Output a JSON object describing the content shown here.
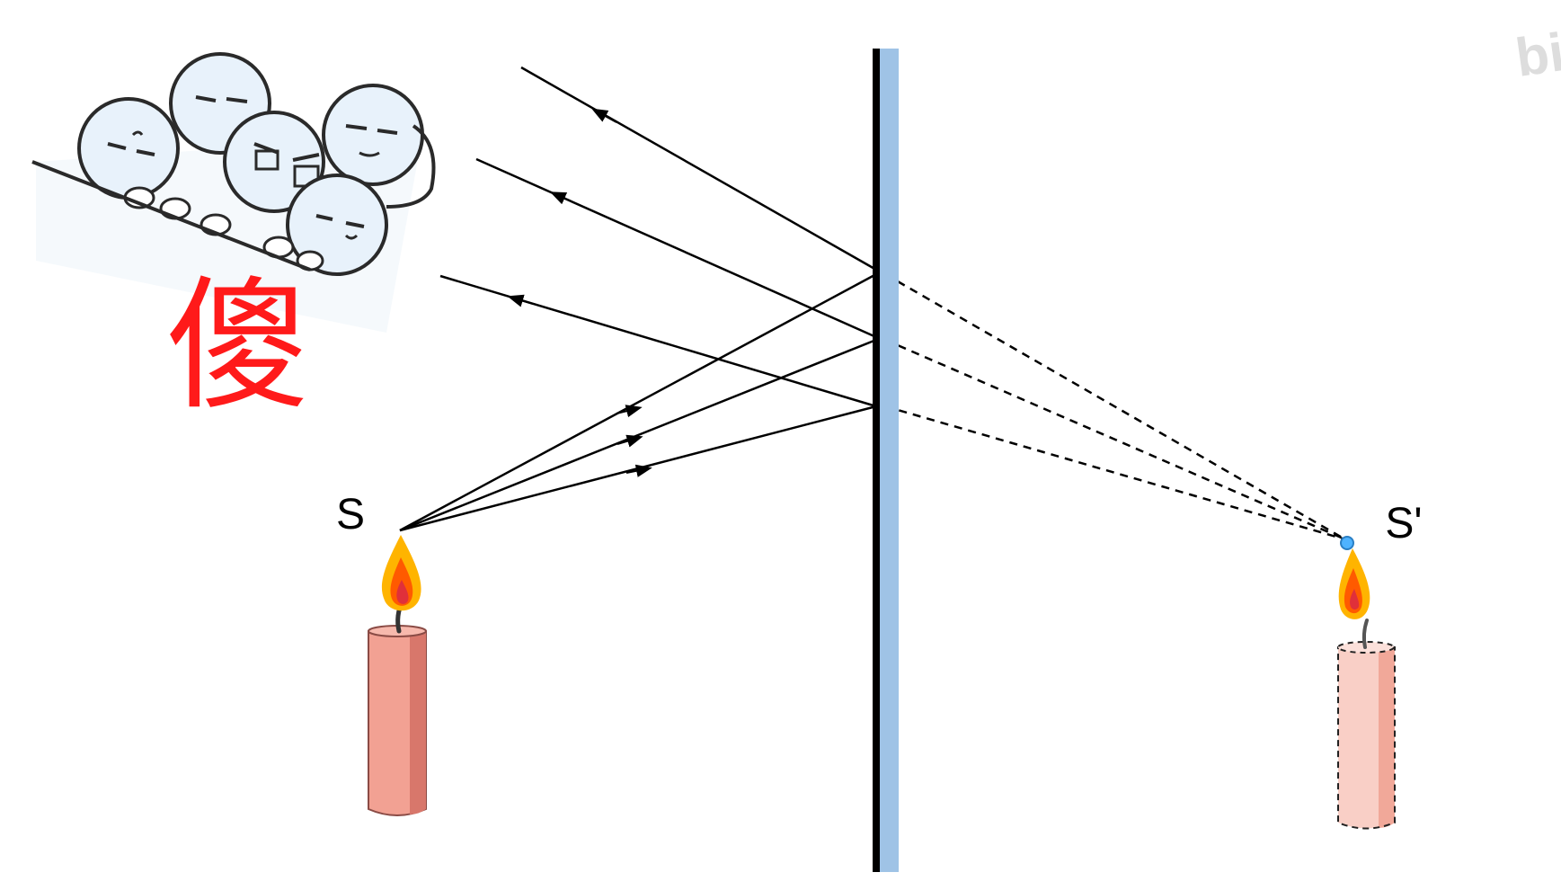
{
  "labels": {
    "source": "S",
    "image": "S'",
    "caption": "傻",
    "watermark": "bi"
  },
  "colors": {
    "mirror_face": "#000000",
    "mirror_glass": "#9fc3e6",
    "ray": "#000000",
    "caption": "#ff1a1a",
    "candle_body": "#f2a193",
    "candle_shadow": "#d8776b",
    "candle_image_body": "#f9cfc6",
    "flame_outer": "#ffb400",
    "flame_inner": "#ff5a00",
    "flame_core": "#e0303a",
    "sticker_fill": "#e8f2fb",
    "sticker_line": "#2a2a2a",
    "image_point": "#4fb3ff",
    "watermark": "#dddddd"
  },
  "icons": {
    "sticker": "crowd-peeking-meme-icon",
    "candle": "candle-icon",
    "flame": "flame-icon"
  },
  "rays": {
    "incident_count": 3,
    "reflected_count": 3,
    "virtual_extension_count": 3
  }
}
